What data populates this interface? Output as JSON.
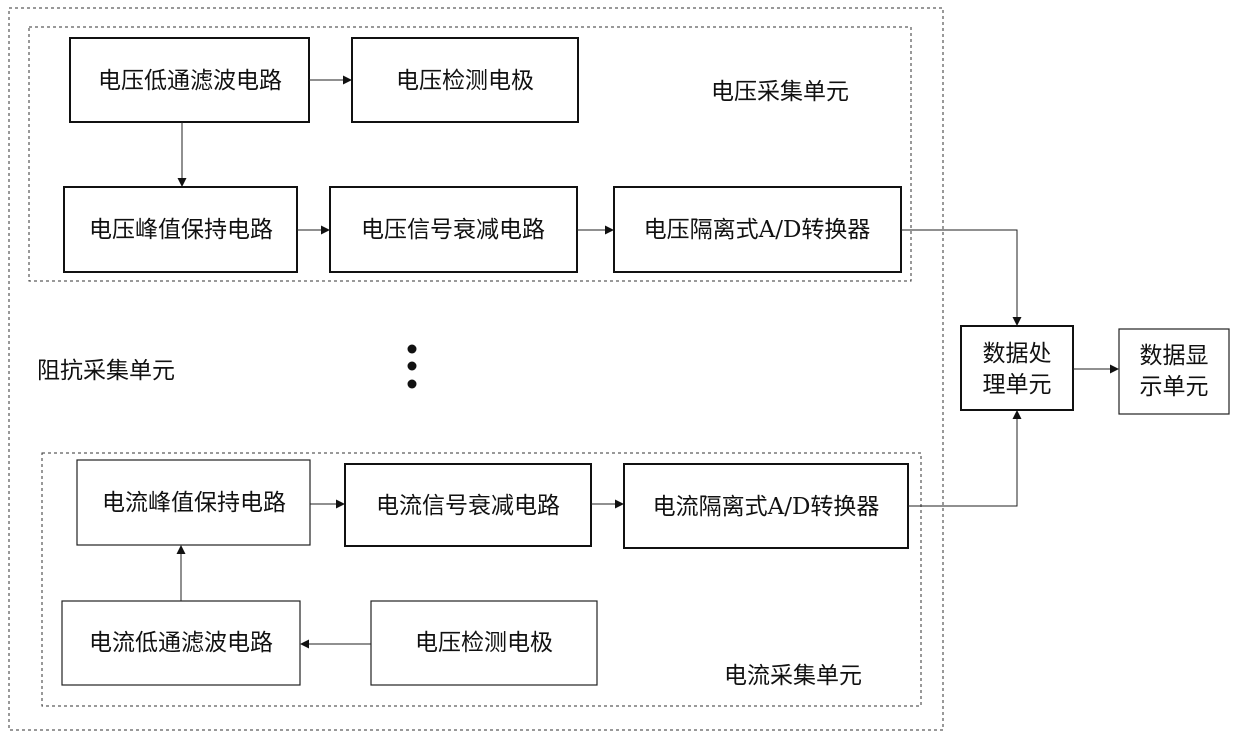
{
  "units": {
    "outer_label": "阻抗采集单元",
    "voltage_unit_label": "电压采集单元",
    "current_unit_label": "电流采集单元"
  },
  "voltage_chain": {
    "lowpass": "电压低通滤波电路",
    "electrode": "电压检测电极",
    "peak_hold": "电压峰值保持电路",
    "attenuation": "电压信号衰减电路",
    "adc": "电压隔离式A/D转换器"
  },
  "current_chain": {
    "peak_hold": "电流峰值保持电路",
    "attenuation": "电流信号衰减电路",
    "adc": "电流隔离式A/D转换器",
    "lowpass": "电流低通滤波电路",
    "electrode": "电压检测电极"
  },
  "processing": {
    "line1": "数据处",
    "line2": "理单元"
  },
  "display": {
    "line1": "数据显",
    "line2": "示单元"
  }
}
